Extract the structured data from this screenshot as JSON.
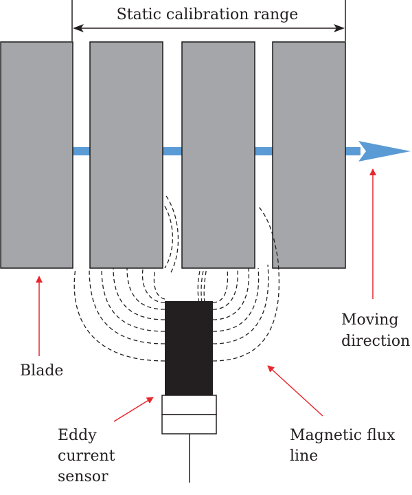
{
  "labels": {
    "range": "Static calibration range",
    "moving_line1": "Moving",
    "moving_line2": "direction",
    "blade": "Blade",
    "sensor_line1": "Eddy",
    "sensor_line2": "current",
    "sensor_line3": "sensor",
    "flux_line1": "Magnetic flux",
    "flux_line2": "line"
  },
  "colors": {
    "blade_fill": "#a5a6a9",
    "blade_stroke": "#1a1a1a",
    "arrow_blue": "#5b9bd5",
    "pointer_red": "#e8262b",
    "sensor_body": "#231f20",
    "line": "#231f20"
  }
}
